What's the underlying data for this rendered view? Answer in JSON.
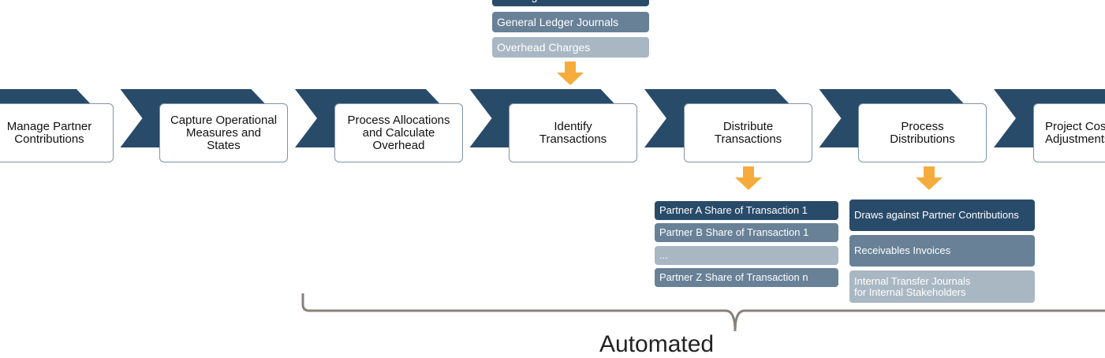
{
  "stages": [
    "Manage Partner\nContributions",
    "Capture Operational\nMeasures and\nStates",
    "Process Allocations\nand Calculate\nOverhead",
    "Identify\nTransactions",
    "Distribute\nTransactions",
    "Process\nDistributions",
    "Project Cost\nAdjustments"
  ],
  "inputs": [
    "Subledger Journals",
    "General Ledger Journals",
    "Overhead Charges"
  ],
  "distribute_outputs": [
    "Partner A Share of Transaction 1",
    "Partner B Share of Transaction 1",
    "...",
    "Partner Z Share of Transaction n"
  ],
  "distribution_outputs": [
    "Draws against Partner Contributions",
    "Receivables Invoices",
    "Internal Transfer Journals\nfor Internal Stakeholders"
  ],
  "bracket_label": "Automated",
  "colors": {
    "chevron": "#294b6a",
    "arrow": "#f5ac3c",
    "bracket": "#8a817a"
  }
}
